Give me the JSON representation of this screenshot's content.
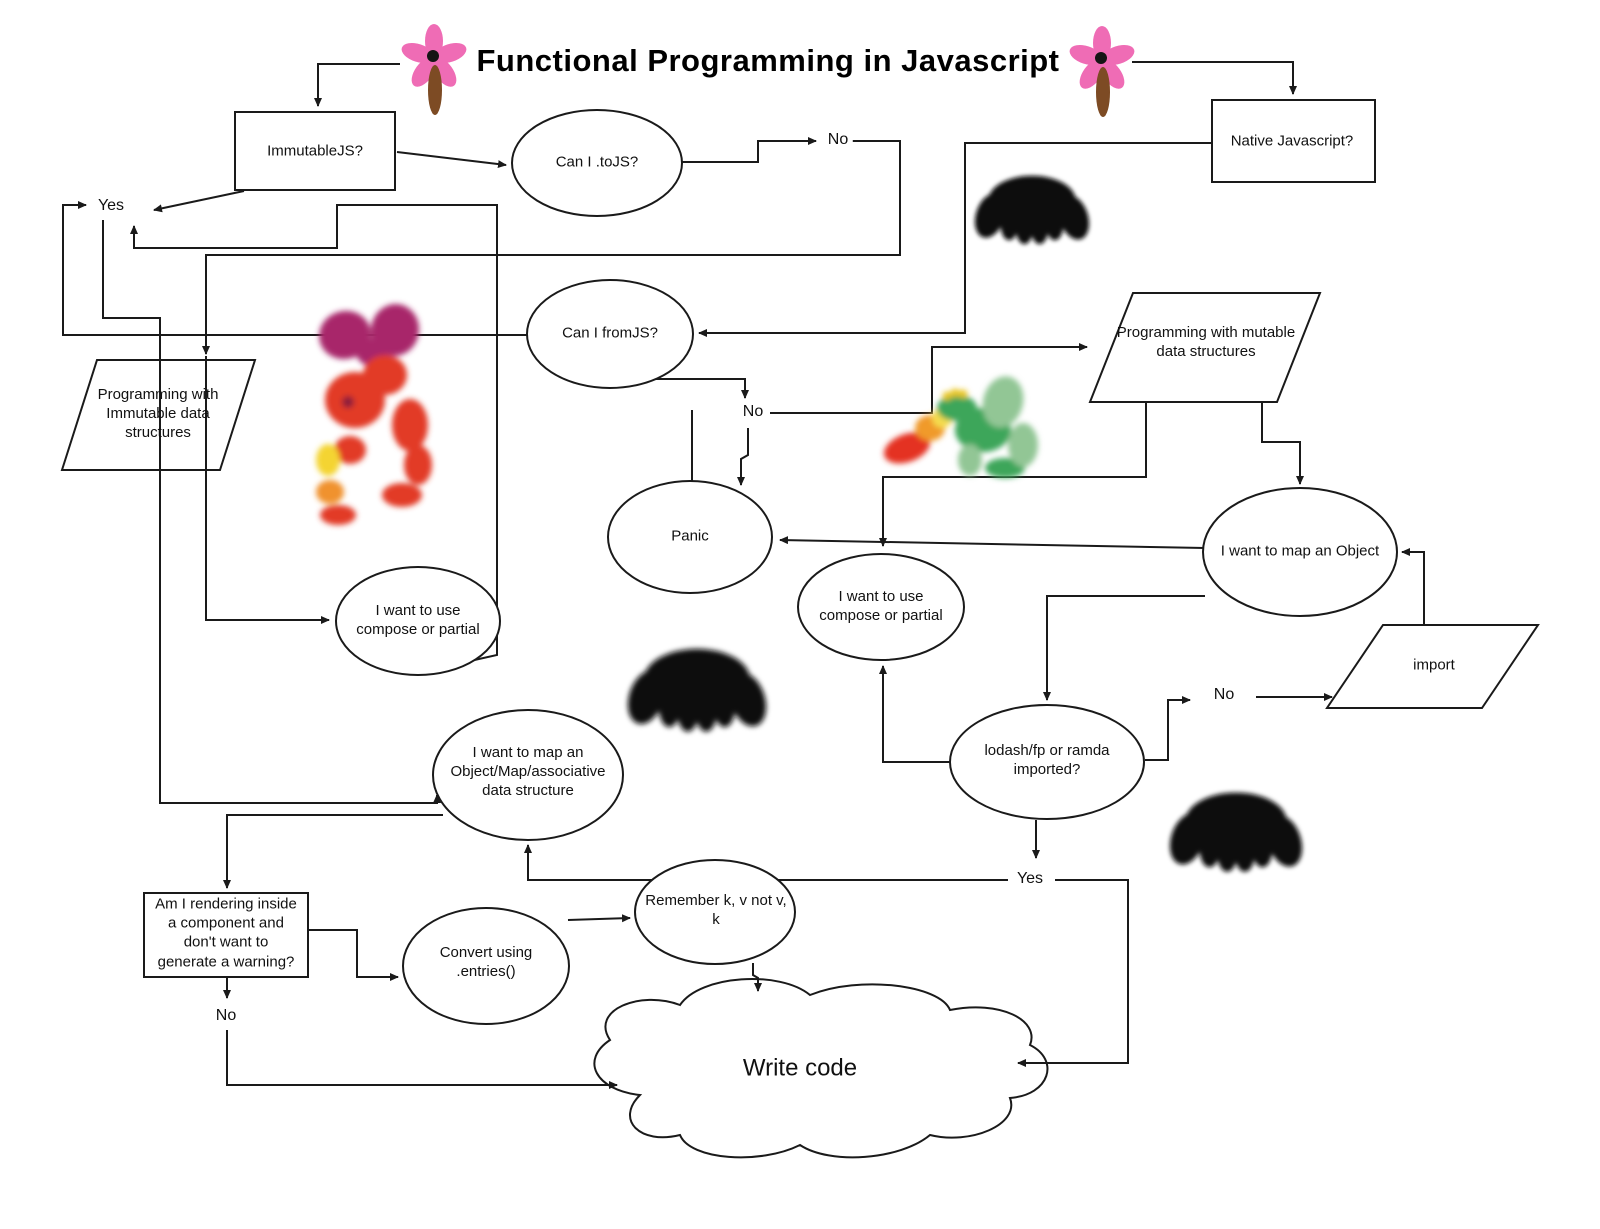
{
  "title": "Functional Programming in Javascript",
  "nodes": {
    "immutable_js": "ImmutableJS?",
    "can_i_tojs": "Can I .toJS?",
    "native_javascript": "Native Javascript?",
    "can_i_fromjs": "Can I fromJS?",
    "programming_immutable": "Programming with\nImmutable data\nstructures",
    "programming_mutable": "Programming with mutable\ndata structures",
    "panic": "Panic",
    "i_want_map_object": "I want to map an Object",
    "compose_or_partial_left": "I want to use\ncompose or partial",
    "compose_or_partial_right": "I want to use\ncompose or partial",
    "import": "import",
    "lodash_ramda": "lodash/fp or ramda\nimported?",
    "map_assoc": "I want to map an\nObject/Map/associative\ndata structure",
    "am_i_rendering": "Am I rendering inside\na component and\ndon't want to\ngenerate a warning?",
    "convert_entries": "Convert using\n.entries()",
    "remember_kv": "Remember k, v not v,\nk",
    "write_code": "Write code"
  },
  "edge_labels": {
    "yes_immutable": "Yes",
    "no_tojs": "No",
    "no_fromjs": "No",
    "no_lodash": "No",
    "yes_lodash": "Yes",
    "no_rendering": "No"
  },
  "colors": {
    "line": "#1a1a1a",
    "flower_petal": "#ef6cb5",
    "flower_center": "#151515",
    "flower_stem": "#7d4b24",
    "spider": "#0c0c0c",
    "dragon_wing_magenta": "#a8256b",
    "dragon_body_red": "#e23a28",
    "dragon_eye_deep_red": "#8c1b3a",
    "dragon_accent_orange": "#f0922d",
    "dragon_accent_yellow": "#f4d433",
    "green_dragon_body": "#3da65a",
    "green_dragon_wing": "#92c695",
    "green_dragon_crest": "#e9c51f",
    "fire_red": "#e43322",
    "fire_orange": "#f09a2a",
    "fire_yellow": "#f5dc4e"
  }
}
